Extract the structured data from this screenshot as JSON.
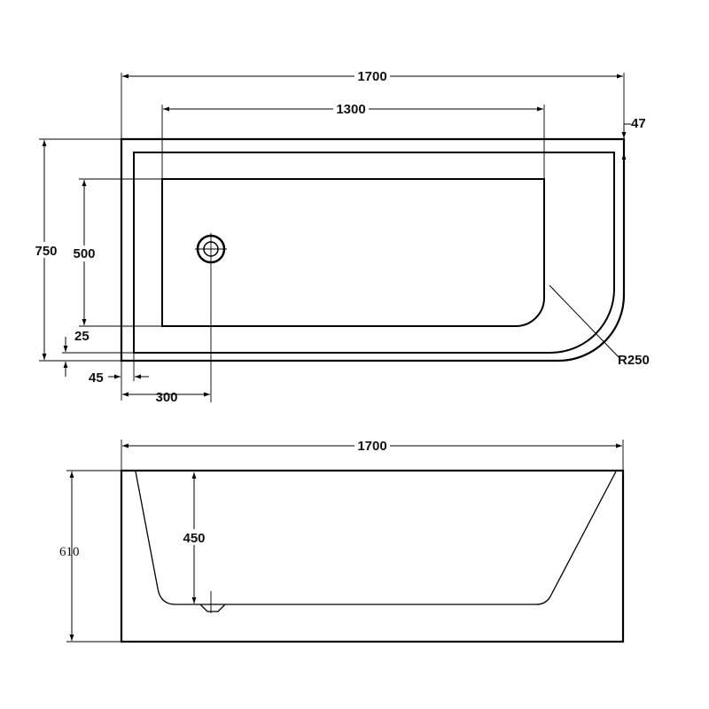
{
  "colors": {
    "line": "#000000",
    "background": "#ffffff"
  },
  "top_view": {
    "overall_length": "1700",
    "inner_length": "1300",
    "rim_offset": "47",
    "overall_width": "750",
    "inner_width": "500",
    "bottom_rim": "25",
    "side_rim": "45",
    "drain_offset": "300",
    "corner_radius": "R250"
  },
  "side_view": {
    "overall_length": "1700",
    "overall_height": "610",
    "inner_depth": "450"
  }
}
